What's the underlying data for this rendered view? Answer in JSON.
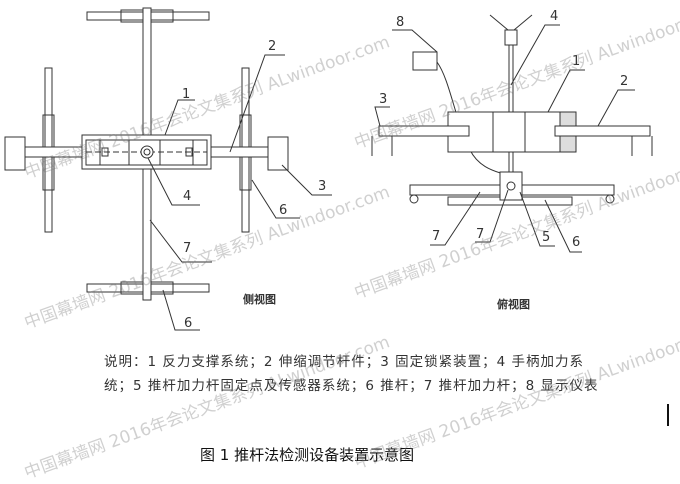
{
  "figure": {
    "title": "图 1 推杆法检测设备装置示意图",
    "side_view_caption": "侧视图",
    "top_view_caption": "俯视图",
    "side_view_callouts": [
      "1",
      "2",
      "3",
      "4",
      "6",
      "7",
      "6"
    ],
    "top_view_callouts": [
      "8",
      "4",
      "1",
      "2",
      "3",
      "7",
      "7",
      "5",
      "6"
    ]
  },
  "legend": {
    "line1": "说明：1 反力支撑系统；2 伸缩调节杆件；3 固定锁紧装置；4 手柄加力系",
    "line2": "统；5 推杆加力杆固定点及传感器系统；6 推杆；7 推杆加力杆；8 显示仪表"
  },
  "watermark": "中国幕墙网 2016年会论文集系列 ALwindoor.com"
}
